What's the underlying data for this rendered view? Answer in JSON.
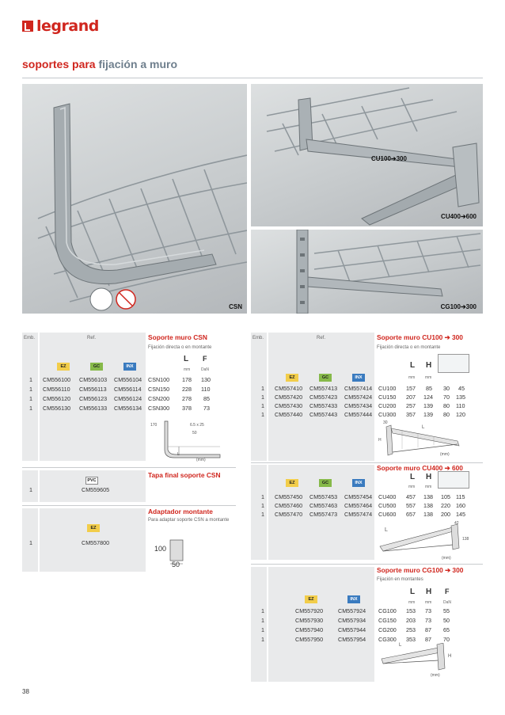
{
  "header": {
    "brand": "legrand",
    "title_prefix": "soportes para ",
    "title_highlight": "fijación a muro"
  },
  "photos": {
    "csn_label": "CSN",
    "cu100_label": "CU100➔300",
    "cu400_label": "CU400➔600",
    "cg100_label": "CG100➔300"
  },
  "csn": {
    "emb_header": "Emb.",
    "ref_header": "Ref.",
    "title": "Soporte muro CSN",
    "subtitle": "Fijación directa o en montante",
    "badges": [
      "EZ",
      "GC",
      "INX"
    ],
    "unit_l": "mm",
    "unit_f": "DaN",
    "rows": [
      [
        "1",
        "CM556100",
        "CM556103",
        "CM556104",
        "CSN100",
        "178",
        "130"
      ],
      [
        "1",
        "CM556110",
        "CM556113",
        "CM556114",
        "CSN150",
        "228",
        "110"
      ],
      [
        "1",
        "CM556120",
        "CM556123",
        "CM556124",
        "CSN200",
        "278",
        "85"
      ],
      [
        "1",
        "CM556130",
        "CM556133",
        "CM556134",
        "CSN300",
        "378",
        "73"
      ]
    ],
    "drawing": {
      "dim_h": "170",
      "dim_hole": "6.5 x 25",
      "dim_w": "50",
      "dim_l": "L",
      "unit": "(mm)"
    }
  },
  "tapa": {
    "title": "Tapa final soporte CSN",
    "badge": "PVC",
    "emb": "1",
    "ref": "CM559605"
  },
  "adaptador": {
    "title": "Adaptador montante",
    "subtitle": "Para adaptar soporte CSN a montante",
    "badge": "EZ",
    "emb": "1",
    "ref": "CM557800",
    "dim_h": "100",
    "dim_w": "50"
  },
  "cu100": {
    "emb_header": "Emb.",
    "ref_header": "Ref.",
    "title": "Soporte muro CU100 ➔ 300",
    "subtitle": "Fijación directa o en montante",
    "badges": [
      "EZ",
      "GC",
      "INX"
    ],
    "unit_l": "mm",
    "unit_h": "mm",
    "rows": [
      [
        "1",
        "CM557410",
        "CM557413",
        "CM557414",
        "CU100",
        "157",
        "85",
        "30",
        "45"
      ],
      [
        "1",
        "CM557420",
        "CM557423",
        "CM557424",
        "CU150",
        "207",
        "124",
        "70",
        "135"
      ],
      [
        "1",
        "CM557430",
        "CM557433",
        "CM557434",
        "CU200",
        "257",
        "139",
        "80",
        "110"
      ],
      [
        "1",
        "CM557440",
        "CM557443",
        "CM557444",
        "CU300",
        "357",
        "139",
        "80",
        "120"
      ]
    ],
    "drawing": {
      "dim_l": "L",
      "dim_h": "H",
      "dim_a": "30",
      "unit": "(mm)"
    }
  },
  "cu400": {
    "title": "Soporte muro CU400 ➔ 600",
    "badges": [
      "EZ",
      "GC",
      "INX"
    ],
    "unit_l": "mm",
    "unit_h": "mm",
    "rows": [
      [
        "1",
        "CM557450",
        "CM557453",
        "CM557454",
        "CU400",
        "457",
        "138",
        "105",
        "115"
      ],
      [
        "1",
        "CM557460",
        "CM557463",
        "CM557464",
        "CU500",
        "557",
        "138",
        "220",
        "160"
      ],
      [
        "1",
        "CM557470",
        "CM557473",
        "CM557474",
        "CU600",
        "657",
        "138",
        "200",
        "145"
      ]
    ],
    "drawing": {
      "dim_l": "L",
      "dim_h": "138",
      "dim_a": "42",
      "unit": "(mm)"
    }
  },
  "cg100": {
    "title": "Soporte muro CG100 ➔ 300",
    "subtitle": "Fijación en montantes",
    "badges": [
      "EZ",
      "INX"
    ],
    "unit_l": "mm",
    "unit_h": "mm",
    "unit_f": "DaN",
    "rows": [
      [
        "1",
        "CM557920",
        "CM557924",
        "CG100",
        "153",
        "73",
        "55"
      ],
      [
        "1",
        "CM557930",
        "CM557934",
        "CG150",
        "203",
        "73",
        "50"
      ],
      [
        "1",
        "CM557940",
        "CM557944",
        "CG200",
        "253",
        "87",
        "65"
      ],
      [
        "1",
        "CM557950",
        "CM557954",
        "CG300",
        "353",
        "87",
        "70"
      ]
    ],
    "drawing": {
      "dim_l": "L",
      "dim_h": "H",
      "unit": "(mm)"
    }
  },
  "footer": {
    "page_number": "38"
  },
  "colors": {
    "brand_red": "#d0261e",
    "ez_yellow": "#f2cd4a",
    "gc_green": "#86b949",
    "inx_blue": "#3a7bbf"
  }
}
